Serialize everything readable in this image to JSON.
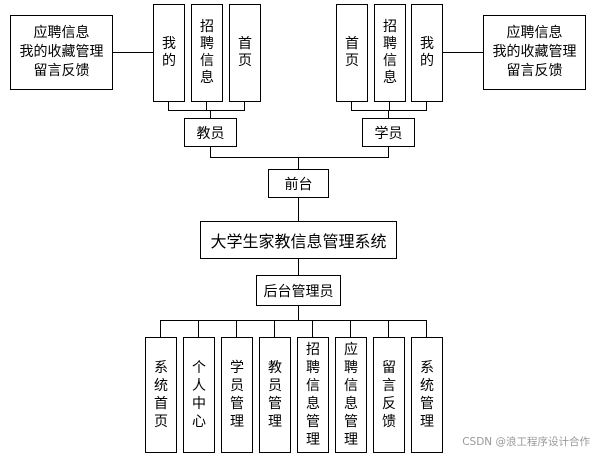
{
  "diagram": {
    "front_end": {
      "label": "前台",
      "teacher": {
        "label": "教员",
        "modules": [
          "我的",
          "招聘信息",
          "首页"
        ],
        "my_submenu": [
          "应聘信息",
          "我的收藏管理",
          "留言反馈"
        ]
      },
      "student": {
        "label": "学员",
        "modules": [
          "首页",
          "招聘信息",
          "我的"
        ],
        "my_submenu": [
          "应聘信息",
          "我的收藏管理",
          "留言反馈"
        ]
      }
    },
    "system_title": "大学生家教信息管理系统",
    "back_end": {
      "label": "后台管理员",
      "modules": [
        "系统首页",
        "个人中心",
        "学员管理",
        "教员管理",
        "招聘信息管理",
        "应聘信息管理",
        "留言反馈",
        "系统管理"
      ]
    }
  },
  "watermark": "CSDN @浪工程序设计合作",
  "colors": {
    "line": "#000000",
    "background": "#ffffff",
    "watermark": "#999999"
  }
}
